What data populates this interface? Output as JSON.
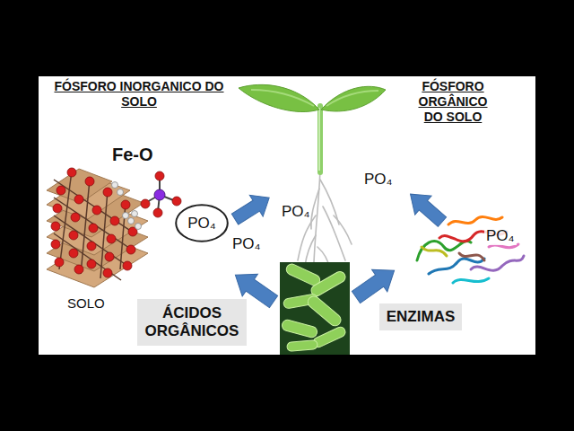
{
  "diagram": {
    "nodes": [
      {
        "text": [
          "PO₄"
        ]
      },
      {
        "text": [
          "ÁCIDOS ORGÂNICOS"
        ]
      },
      {
        "text": [
          "ENZIMAS"
        ]
      }
    ],
    "labels": [
      "FÓSFORO INORGANICO DO SOLO",
      "FÓSFORO ORGÂNICO DO SOLO",
      "Fe-O",
      "PO₄",
      "PO₄",
      "PO₄",
      "PO₄",
      "SOLO"
    ]
  }
}
